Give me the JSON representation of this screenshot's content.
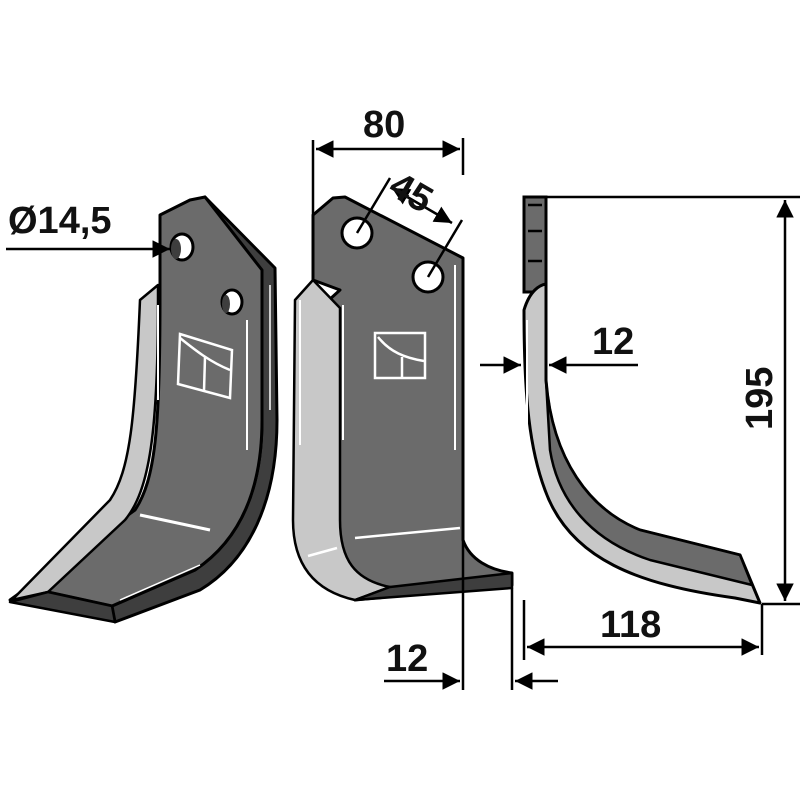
{
  "drawing": {
    "subject": "Rotary tiller blade technical drawing",
    "views": [
      "perspective-view",
      "front-view",
      "side-view"
    ],
    "colors": {
      "blade_face": "#6b6b6b",
      "blade_edge_dark": "#3e3e3e",
      "blade_bevel_light": "#c8c8c8",
      "outline": "#000000",
      "highlight": "#ffffff",
      "background": "#ffffff"
    }
  },
  "dimensions": {
    "hole_diameter": "Ø14,5",
    "width": "80",
    "hole_spacing": "45",
    "thickness_side": "12",
    "height": "195",
    "thickness_front": "12",
    "offset_length": "118"
  },
  "icons": {
    "logo_mark": "logo-square-mark"
  }
}
